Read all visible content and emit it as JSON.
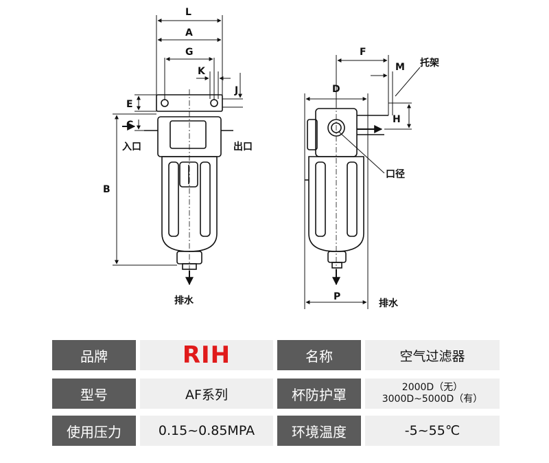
{
  "diagram": {
    "dimension_labels": {
      "L": "L",
      "A": "A",
      "G": "G",
      "K": "K",
      "J": "J",
      "E": "E",
      "C": "C",
      "B": "B",
      "F": "F",
      "M": "M",
      "D": "D",
      "H": "H",
      "P": "P"
    },
    "callouts": {
      "inlet": "入口",
      "outlet": "出口",
      "drain_front": "排水",
      "drain_side": "排水",
      "bracket": "托架",
      "port_size": "口径"
    }
  },
  "specs": {
    "rows": [
      {
        "key1": "品牌",
        "val1": "RIH",
        "key2": "名称",
        "val2": "空气过滤器"
      },
      {
        "key1": "型号",
        "val1": "AF系列",
        "key2": "杯防护罩",
        "val2_line1": "2000D（无）",
        "val2_line2": "3000D~5000D（有）"
      },
      {
        "key1": "使用压力",
        "val1": "0.15~0.85MPA",
        "key2": "环境温度",
        "val2": "-5~55℃"
      }
    ]
  },
  "colors": {
    "key_bg": "#5b5b5b",
    "val_bg": "#efefef",
    "brand_red": "#e01b1b",
    "line": "#111111"
  }
}
